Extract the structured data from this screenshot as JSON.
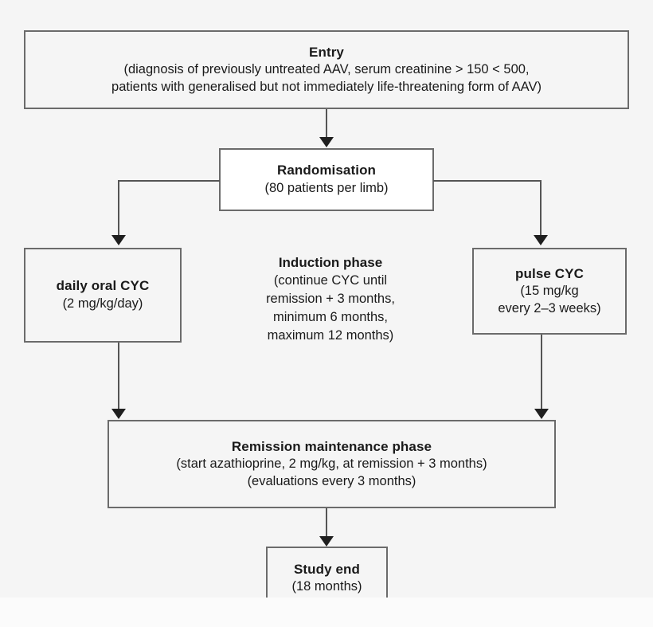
{
  "diagram": {
    "type": "flowchart",
    "title": "AAV trial design flow diagram",
    "orientation": "top-to-bottom",
    "background_color": "#f5f5f5",
    "box_border_color": "#6b6b6b",
    "connector_color": "#555555",
    "arrow_color": "#1f1f1f",
    "text_color": "#1a1a1a"
  },
  "nodes": {
    "entry": {
      "title": "Entry",
      "lines": [
        "(diagnosis of previously untreated AAV, serum creatinine > 150 < 500,",
        "patients with generalised but not immediately life-threatening form of AAV)"
      ]
    },
    "randomisation": {
      "title": "Randomisation",
      "lines": [
        "(80 patients per limb)"
      ]
    },
    "daily_oral_cyc": {
      "title": "daily oral CYC",
      "lines": [
        "(2 mg/kg/day)"
      ]
    },
    "induction_phase": {
      "title": "Induction phase",
      "lines": [
        "(continue CYC until",
        "remission + 3 months,",
        "minimum 6 months,",
        "maximum 12 months)"
      ]
    },
    "pulse_cyc": {
      "title": "pulse CYC",
      "lines": [
        "(15 mg/kg",
        "every 2–3 weeks)"
      ]
    },
    "remission_maintenance": {
      "title": "Remission maintenance phase",
      "lines": [
        "(start azathioprine, 2 mg/kg, at remission + 3 months)",
        "(evaluations every 3 months)"
      ]
    },
    "study_end": {
      "title": "Study end",
      "lines": [
        "(18 months)"
      ]
    }
  }
}
